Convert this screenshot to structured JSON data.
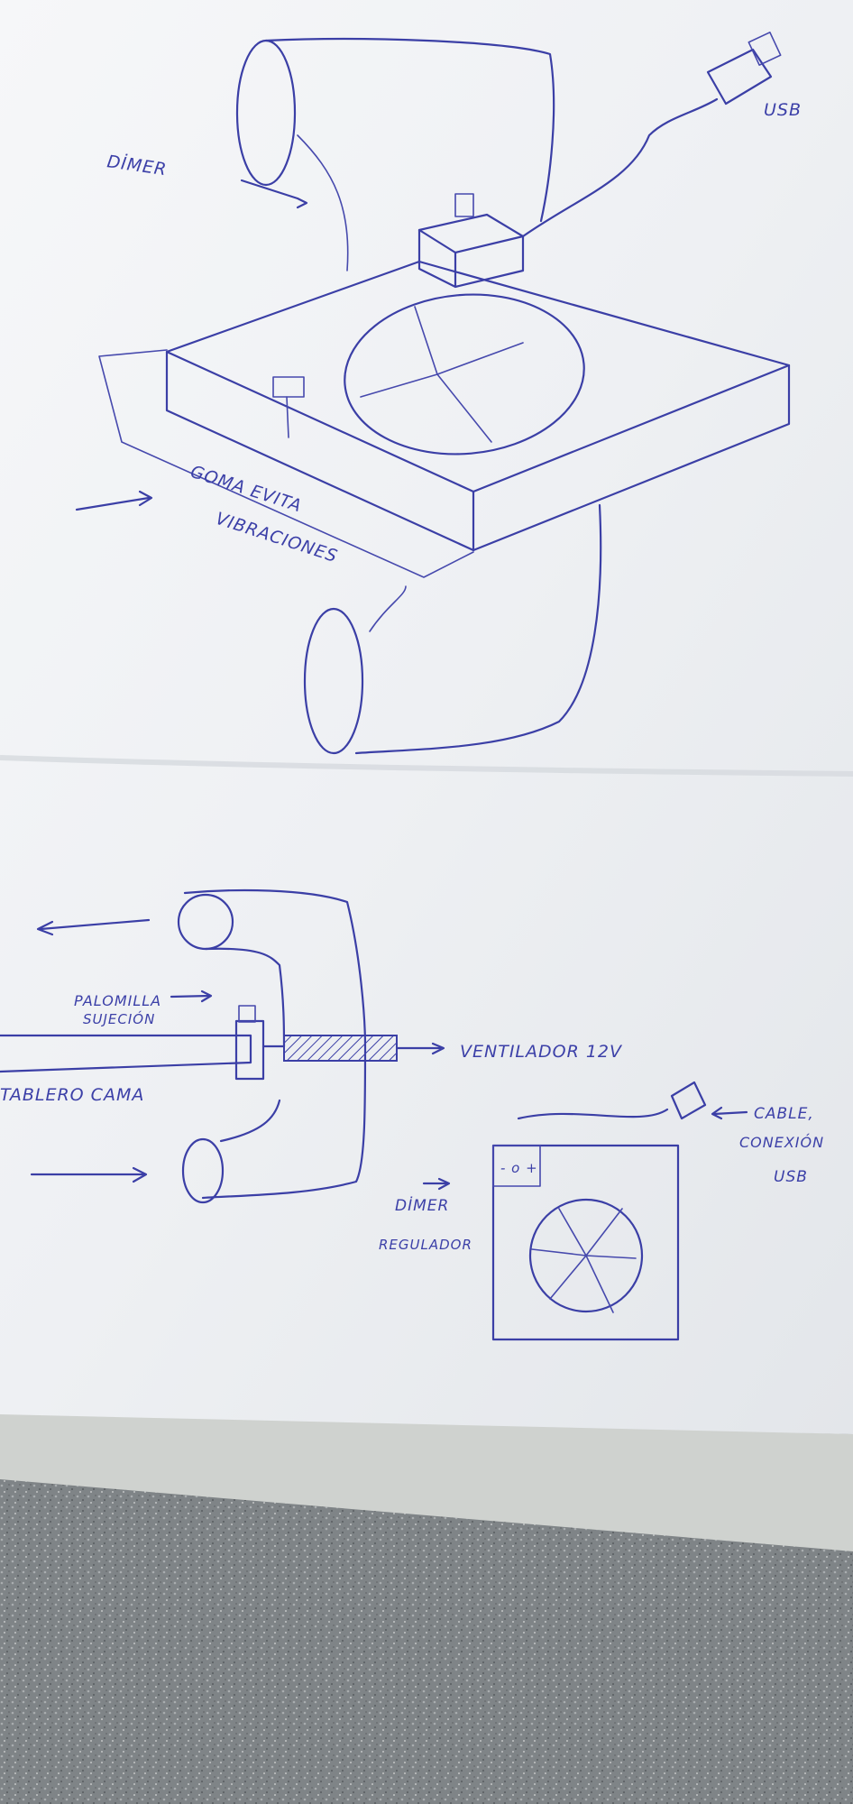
{
  "labels": {
    "dimmer_top": "DİMER",
    "usb_top": "USB",
    "rubber_line1": "GOMA EVITA",
    "rubber_line2": "VIBRACIONES",
    "wingnut_line1": "PALOMILLA",
    "wingnut_line2": "SUJECIÓN",
    "board": "TABLERO CAMA",
    "fan": "VENTILADOR 12V",
    "dimmer_bottom_line1": "DİMER",
    "dimmer_bottom_line2": "REGULADOR",
    "cable_line1": "CABLE,",
    "cable_line2": "CONEXIÓN",
    "cable_line3": "USB",
    "dimmer_box_symbols": "- o +"
  },
  "colors": {
    "paper": "#f3f4f6",
    "ink": "#3b3fa6",
    "floor": "#8a8f92",
    "table": "#d9dcd9"
  }
}
